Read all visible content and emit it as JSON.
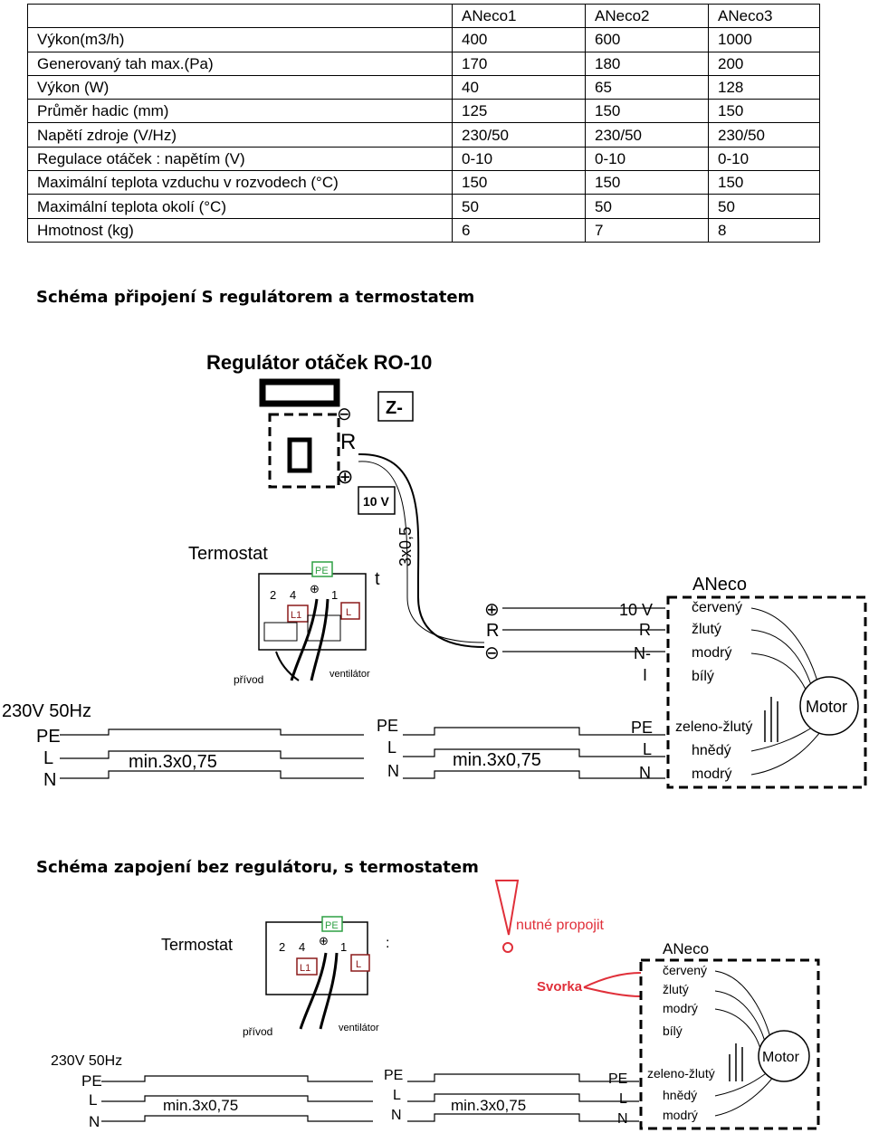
{
  "spec_table": {
    "header": [
      "",
      "ANeco1",
      "ANeco2",
      "ANeco3"
    ],
    "rows": [
      [
        "Výkon(m3/h)",
        "400",
        "600",
        "1000"
      ],
      [
        "Generovaný tah max.(Pa)",
        "170",
        "180",
        "200"
      ],
      [
        "Výkon (W)",
        "40",
        "65",
        "128"
      ],
      [
        "Průměr hadic (mm)",
        "125",
        "150",
        "150"
      ],
      [
        "Napětí zdroje (V/Hz)",
        "230/50",
        "230/50",
        "230/50"
      ],
      [
        "Regulace otáček : napětím (V)",
        "0-10",
        "0-10",
        "0-10"
      ],
      [
        "Maximální teplota vzduchu v rozvodech (°C)",
        "150",
        "150",
        "150"
      ],
      [
        "Maximální teplota okolí (°C)",
        "50",
        "50",
        "50"
      ],
      [
        "Hmotnost (kg)",
        "6",
        "7",
        "8"
      ]
    ]
  },
  "section1": {
    "heading": "Schéma připojení S regulátorem a termostatem",
    "regulator_title": "Regulátor otáček RO-10",
    "z_label": "Z-",
    "minus_sym": "⊖",
    "plus_sym": "⊕",
    "r_label": "R",
    "v10_box": "10 V",
    "cable_label": "3x0,5",
    "thermostat_title": "Termostat",
    "pe_tag": "PE",
    "l1_tag": "L1",
    "l_tag": "L",
    "terminals": [
      "2",
      "4",
      "⊕",
      "1"
    ],
    "privod": "přívod",
    "ventilator": "ventilátor",
    "supply": "230V 50Hz",
    "pe": "PE",
    "l": "L",
    "n": "N",
    "cable_min": "min.3x0,75",
    "aneco": "ANeco",
    "v10": "10 V",
    "r_right": "R",
    "n_minus": "N-",
    "i_right": "I",
    "wires": [
      "červený",
      "žlutý",
      "modrý",
      "bílý"
    ],
    "wires_bottom": [
      "zeleno-žlutý",
      "hnědý",
      "modrý"
    ],
    "motor": "Motor",
    "t_char": "t"
  },
  "section2": {
    "heading": "Schéma zapojení bez regulátoru, s termostatem",
    "warning": "nutné propojit",
    "svorka": "Svorka",
    "thermostat_title": "Termostat",
    "pe_tag": "PE",
    "l1_tag": "L1",
    "l_tag": "L",
    "terminals": [
      "2",
      "4",
      "⊕",
      "1"
    ],
    "privod": "přívod",
    "ventilator": "ventilátor",
    "supply": "230V 50Hz",
    "pe": "PE",
    "l": "L",
    "n": "N",
    "cable_min": "min.3x0,75",
    "aneco": "ANeco",
    "wires": [
      "červený",
      "žlutý",
      "modrý",
      "bílý"
    ],
    "wires_bottom": [
      "zeleno-žlutý",
      "hnědý",
      "modrý"
    ],
    "motor": "Motor"
  },
  "colors": {
    "pe_tag": "#2ea043",
    "l_tag": "#8b1a1a",
    "warning": "#e0303a"
  }
}
